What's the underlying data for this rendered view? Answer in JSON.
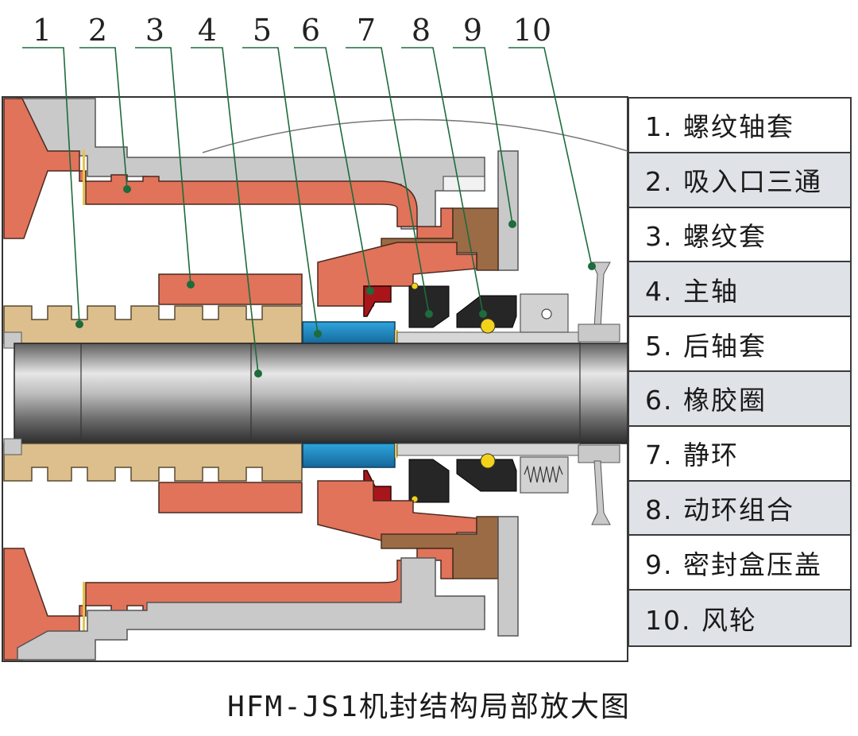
{
  "callout_numbers": [
    "1",
    "2",
    "3",
    "4",
    "5",
    "6",
    "7",
    "8",
    "9",
    "10"
  ],
  "legend": [
    {
      "label": "1. 螺纹轴套"
    },
    {
      "label": "2. 吸入口三通"
    },
    {
      "label": "3. 螺纹套"
    },
    {
      "label": "4. 主轴"
    },
    {
      "label": "5. 后轴套"
    },
    {
      "label": "6. 橡胶圈"
    },
    {
      "label": "7. 静环"
    },
    {
      "label": "8. 动环组合"
    },
    {
      "label": "9. 密封盒压盖"
    },
    {
      "label": "10. 风轮"
    }
  ],
  "caption": "HFM-JS1机封结构局部放大图",
  "colors": {
    "casing": "#e0735a",
    "gray_part": "#c9c9c9",
    "sleeve": "#dcbf8c",
    "rear_sleeve": "#1f86c4",
    "rubber": "#a8161c",
    "seal_black": "#262626",
    "gland": "#9b6b45",
    "leader": "#1e6b3c"
  }
}
